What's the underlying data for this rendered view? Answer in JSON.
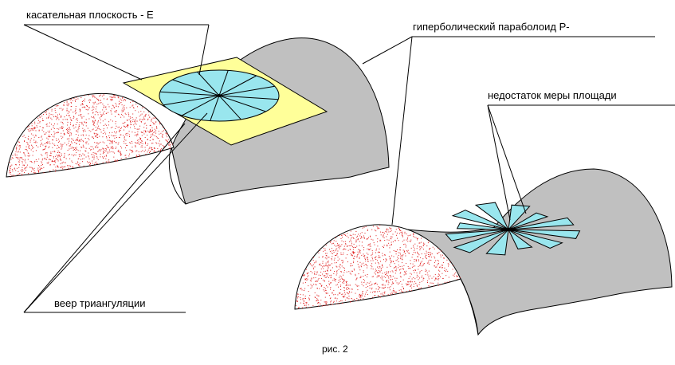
{
  "labels": {
    "tangent_plane": "касательная плоскость - E",
    "hyperbolic_paraboloid": "гиперболический параболоид  P-",
    "area_deficit": "недостаток меры площади",
    "triangulation_fan": "веер триангуляции"
  },
  "caption": "рис. 2",
  "colors": {
    "surface": "#c0c0c0",
    "sphere_fill": "#ffffff",
    "sphere_dots": "#e02020",
    "plane": "#ffff99",
    "fan": "#99e6ee",
    "outline": "#000000"
  }
}
